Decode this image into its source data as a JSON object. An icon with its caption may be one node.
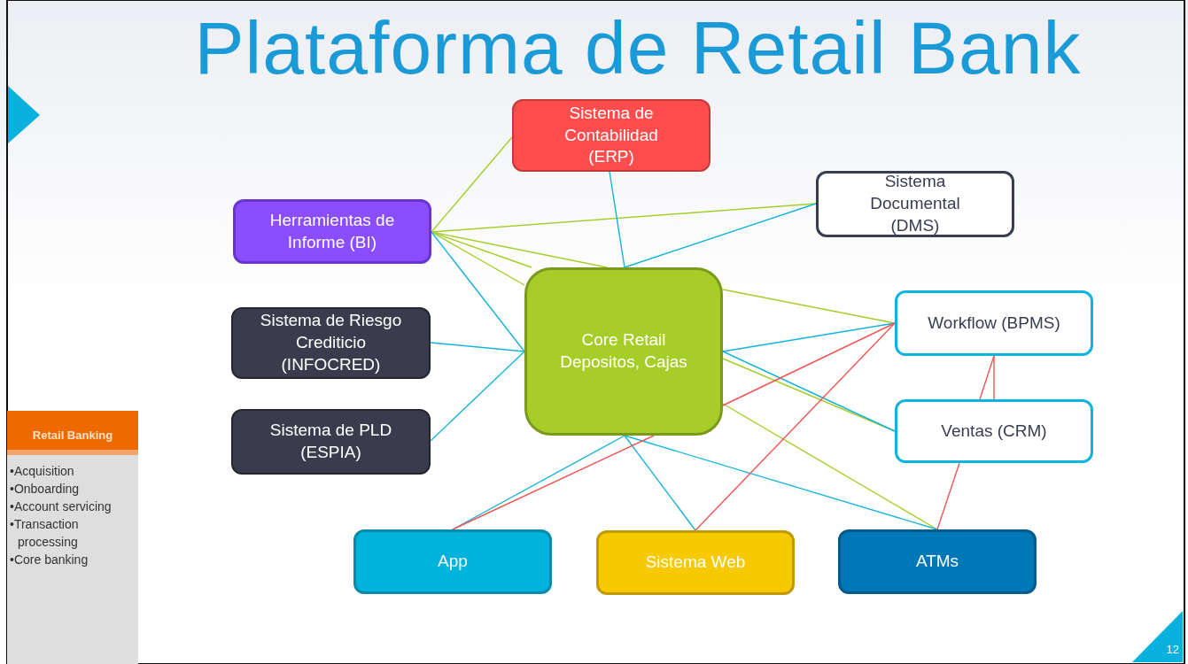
{
  "diagram": {
    "title": "Plataforma de Retail Bank",
    "nodes": [
      {
        "text": [
          "Sistema de Contabilidad (ERP)"
        ]
      },
      {
        "text": [
          "Sistema Documental (DMS)"
        ]
      },
      {
        "text": [
          "Herramientas de Informe (BI)"
        ]
      },
      {
        "text": [
          "Core Retail Depositos, Cajas"
        ]
      },
      {
        "text": [
          "Sistema de Riesgo Crediticio (INFOCRED)"
        ]
      },
      {
        "text": [
          "Sistema de PLD (ESPIA)"
        ]
      },
      {
        "text": [
          "Workflow (BPMS)"
        ]
      },
      {
        "text": [
          "Ventas (CRM)"
        ]
      },
      {
        "text": [
          "App"
        ]
      },
      {
        "text": [
          "Sistema Web"
        ]
      },
      {
        "text": [
          "ATMs"
        ]
      },
      {
        "text": [
          "Retail Banking",
          "•Acquisition",
          "•Onboarding",
          "•Account servicing",
          "•Transaction processing",
          "•Core banking"
        ]
      }
    ],
    "edges": [
      {
        "from": 2,
        "to": 0,
        "arrow": "none",
        "color": "#a8cc2a"
      },
      {
        "from": 2,
        "to": 1,
        "arrow": "none",
        "color": "#a8cc2a"
      },
      {
        "from": 2,
        "to": 3,
        "arrow": "none",
        "color": "#a8cc2a"
      },
      {
        "from": 2,
        "to": 3,
        "arrow": "none",
        "color": "#a8cc2a"
      },
      {
        "from": 2,
        "to": 3,
        "arrow": "none",
        "color": "#a8cc2a"
      },
      {
        "from": 3,
        "to": 6,
        "arrow": "none",
        "color": "#a8cc2a"
      },
      {
        "from": 3,
        "to": 7,
        "arrow": "none",
        "color": "#a8cc2a"
      },
      {
        "from": 3,
        "to": 10,
        "arrow": "none",
        "color": "#a8cc2a"
      },
      {
        "from": 0,
        "to": 3,
        "arrow": "none"
      },
      {
        "from": 1,
        "to": 3,
        "arrow": "none"
      },
      {
        "from": 2,
        "to": 3,
        "arrow": "none"
      },
      {
        "from": 4,
        "to": 3,
        "arrow": "none"
      },
      {
        "from": 5,
        "to": 3,
        "arrow": "none"
      },
      {
        "from": 3,
        "to": 8,
        "arrow": "none"
      },
      {
        "from": 3,
        "to": 9,
        "arrow": "none"
      },
      {
        "from": 3,
        "to": 10,
        "arrow": "none"
      },
      {
        "from": 3,
        "to": 6,
        "arrow": "none"
      },
      {
        "from": 3,
        "to": 7,
        "arrow": "none"
      },
      {
        "from": 8,
        "to": 3,
        "arrow": "none",
        "color": "#f05454"
      },
      {
        "from": 3,
        "to": 6,
        "arrow": "none",
        "color": "#f05454"
      },
      {
        "from": 9,
        "to": 6,
        "arrow": "none",
        "color": "#f05454"
      },
      {
        "from": 6,
        "to": 7,
        "arrow": "none",
        "color": "#f05454"
      },
      {
        "from": 6,
        "to": 7,
        "arrow": "none",
        "color": "#f05454"
      },
      {
        "from": 7,
        "to": 10,
        "arrow": "none",
        "color": "#f05454"
      }
    ],
    "labels": [
      "12"
    ]
  }
}
